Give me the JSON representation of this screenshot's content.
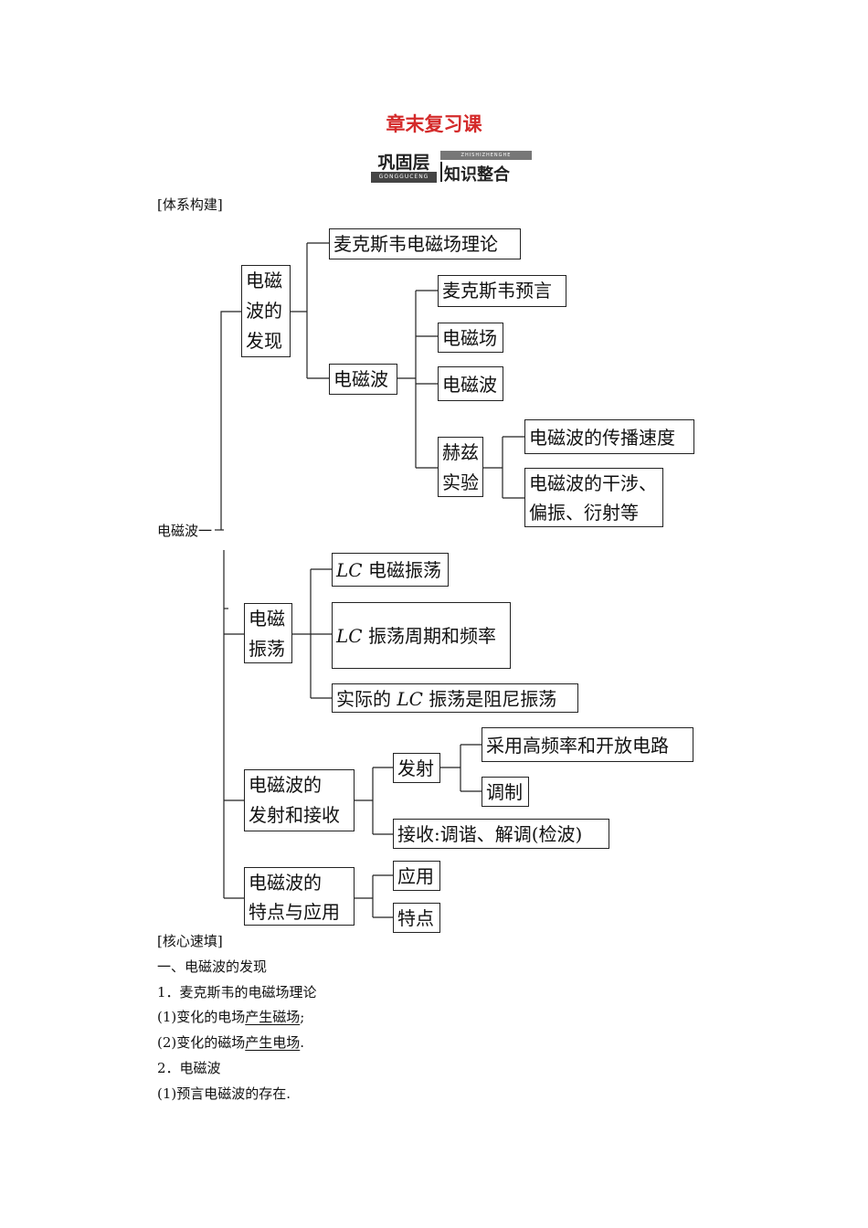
{
  "title": "章末复习课",
  "banner": {
    "left_big": "巩固层",
    "left_small": "GONGGUCENG",
    "right_small": "ZHISHIZHENGHE",
    "right_big": "知识整合"
  },
  "section_system": "[体系构建]",
  "root_label": "电磁波一",
  "tree": {
    "discovery": "电磁\n波的\n发现",
    "maxwell_theory": "麦克斯韦电磁场理论",
    "em_wave": "电磁波",
    "maxwell_predict": "麦克斯韦预言",
    "em_field": "电磁场",
    "em_wave2": "电磁波",
    "hertz": "赫兹\n实验",
    "speed": "电磁波的传播速度",
    "interference": "电磁波的干涉、\n偏振、衍射等",
    "oscillation": "电磁\n振荡",
    "lc_osc_it": "LC",
    "lc_osc": " 电磁振荡",
    "lc_period_it": "LC",
    "lc_period": " 振荡周期和频率",
    "lc_damp_pre": "实际的 ",
    "lc_damp_it": "LC",
    "lc_damp": " 振荡是阻尼振荡",
    "emit_receive": "电磁波的\n发射和接收",
    "emit": "发射",
    "high_freq": "采用高频率和开放电路",
    "modulate": "调制",
    "receive": "接收:调谐、解调(检波)",
    "features_apps": "电磁波的\n特点与应用",
    "apps": "应用",
    "features": "特点"
  },
  "section_core": "[核心速填]",
  "core": {
    "h1": "一、电磁波的发现",
    "p1": "1．麦克斯韦的电磁场理论",
    "l1_pre": "(1)变化的电场",
    "l1_ans": "产生磁场",
    "l1_post": ";",
    "l2_pre": "(2)变化的磁场",
    "l2_ans": "产生电场",
    "l2_post": ".",
    "p2": "2．电磁波",
    "l3": "(1)预言电磁波的存在."
  }
}
